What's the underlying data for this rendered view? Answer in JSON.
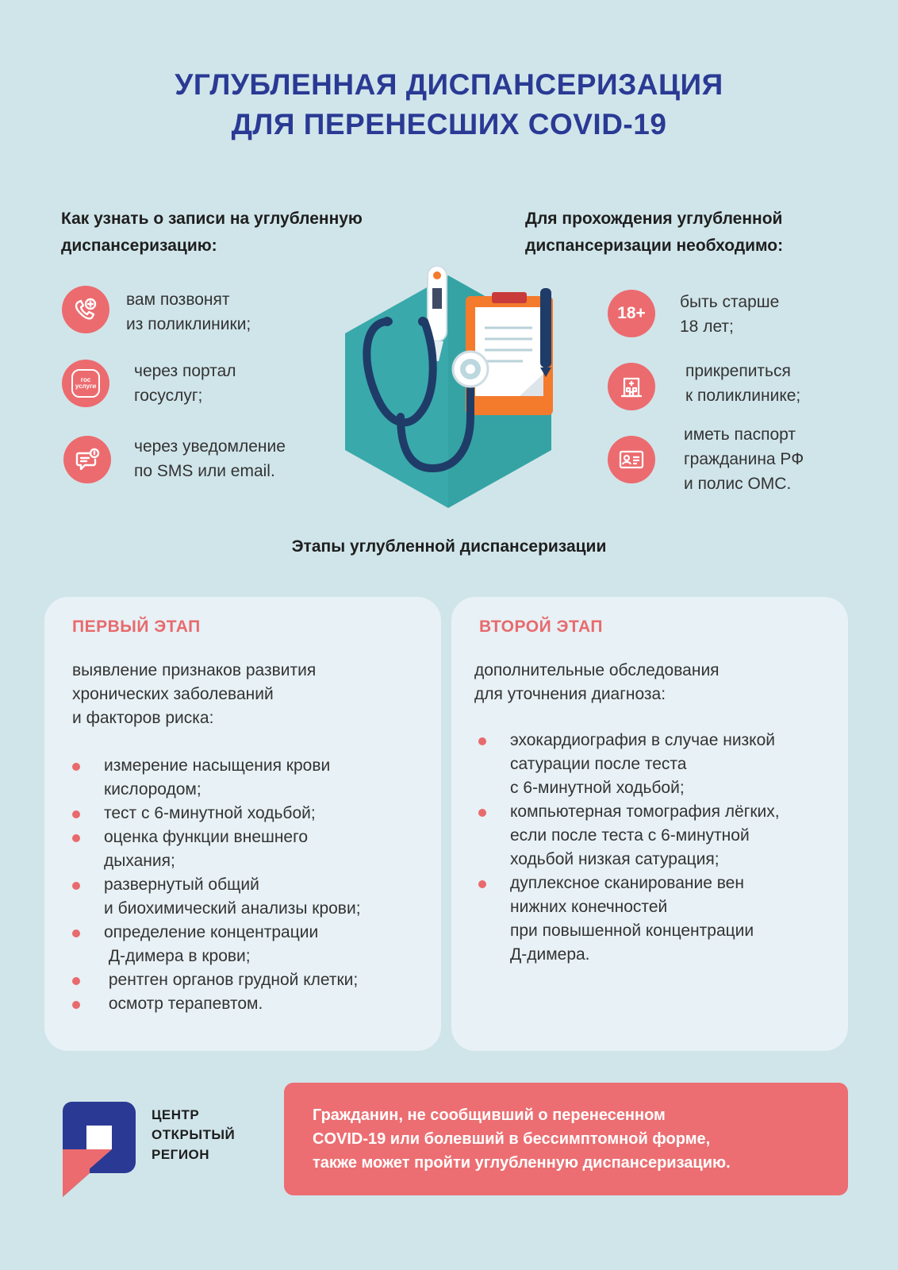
{
  "title": {
    "line1": "УГЛУБЛЕННАЯ ДИСПАНСЕРИЗАЦИЯ",
    "line2": "ДЛЯ ПЕРЕНЕСШИХ COVID-19"
  },
  "left": {
    "heading_line1": "Как узнать о записи на углубленную",
    "heading_line2": "диспансеризацию:",
    "items": [
      {
        "icon": "phone-plus-icon",
        "line1": "вам позвонят",
        "line2": "из поликлиники;"
      },
      {
        "icon": "gosuslugi-icon",
        "icon_text_1": "гос",
        "icon_text_2": "услуги",
        "line1": "через портал",
        "line2": "госуслуг;"
      },
      {
        "icon": "message-icon",
        "line1": "через уведомление",
        "line2": "по SMS или email."
      }
    ]
  },
  "right": {
    "heading_line1": "Для прохождения углубленной",
    "heading_line2": "диспансеризации необходимо:",
    "items": [
      {
        "icon": "age-18-icon",
        "icon_text": "18+",
        "line1": "быть старше",
        "line2": "18 лет;"
      },
      {
        "icon": "hospital-icon",
        "line1": "прикрепиться",
        "line2": "к поликлинике;"
      },
      {
        "icon": "id-card-icon",
        "line1": "иметь паспорт",
        "line2": "гражданина РФ",
        "line3": "и полис ОМС."
      }
    ]
  },
  "stages_title": "Этапы углубленной диспансеризации",
  "stage1": {
    "heading": "ПЕРВЫЙ ЭТАП",
    "intro_lines": [
      "выявление признаков развития",
      "хронических заболеваний",
      "и факторов риска:"
    ],
    "bullets": [
      [
        "измерение насыщения крови",
        "кислородом;"
      ],
      [
        "тест с 6-минутной ходьбой;"
      ],
      [
        "оценка функции внешнего",
        "дыхания;"
      ],
      [
        "развернутый общий",
        "и биохимический анализы крови;"
      ],
      [
        "определение концентрации",
        " Д-димера в крови;"
      ],
      [
        " рентген органов грудной клетки;"
      ],
      [
        " осмотр терапевтом."
      ]
    ]
  },
  "stage2": {
    "heading": "ВТОРОЙ ЭТАП",
    "intro_lines": [
      "дополнительные обследования",
      "для уточнения диагноза:"
    ],
    "bullets": [
      [
        "эхокардиография в случае низкой",
        "сатурации после теста",
        "с 6-минутной ходьбой;"
      ],
      [
        "компьютерная томография лёгких,",
        "если после теста с 6-минутной",
        "ходьбой низкая сатурация;"
      ],
      [
        "дуплексное сканирование вен",
        "нижних конечностей",
        "при повышенной концентрации",
        "Д-димера."
      ]
    ]
  },
  "logo": {
    "line1": "ЦЕНТР",
    "line2": "ОТКРЫТЫЙ",
    "line3": "РЕГИОН"
  },
  "banner": {
    "line1": "Гражданин, не сообщивший о перенесенном",
    "line2": "COVID-19 или болевший в бессимптомной форме,",
    "line3": "также может пройти углубленную диспансеризацию."
  },
  "colors": {
    "title": "#2a3a94",
    "accent": "#ec6b6f",
    "background": "#d0e5ea",
    "card": "#e8f1f5",
    "teal": "#3aa9ab",
    "orange": "#f47a2c"
  }
}
